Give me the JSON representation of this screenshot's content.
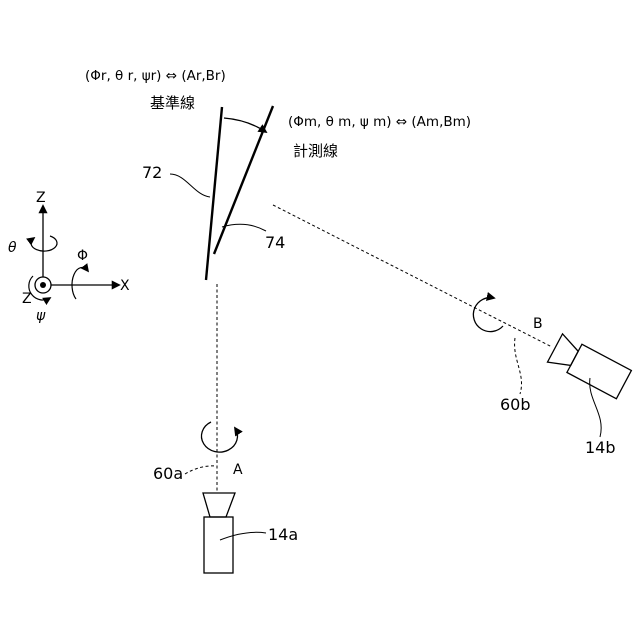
{
  "labels": {
    "reference_params": "(Φr, θ r, ψr) ⇔ (Ar,Br)",
    "reference_line": "基準線",
    "measured_params": "(Φm, θ m, ψ m) ⇔ (Am,Bm)",
    "measured_line": "計測線",
    "ref_72": "72",
    "ref_74": "74",
    "ref_60a": "60a",
    "ref_60b": "60b",
    "ref_14a": "14a",
    "ref_14b": "14b",
    "point_a": "A",
    "point_b": "B"
  },
  "axes": {
    "z_top": "Z",
    "theta": "θ",
    "phi": "Φ",
    "x": "X",
    "z_front": "Z",
    "psi": "ψ"
  },
  "colors": {
    "ink": "#000000",
    "background": "#ffffff"
  }
}
